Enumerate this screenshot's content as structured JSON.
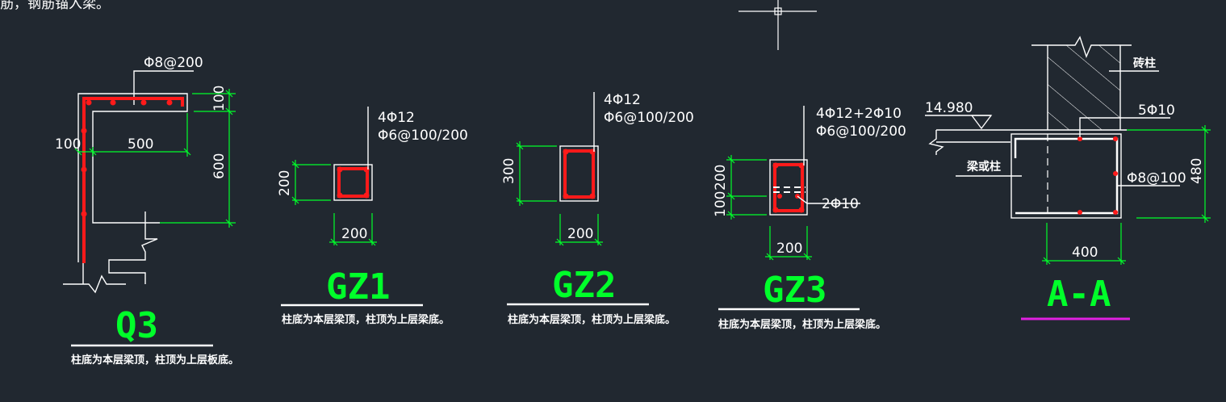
{
  "top_note": "筋，钢筋锚入梁。",
  "q3": {
    "title": "Q3",
    "note": "柱底为本层梁顶，柱顶为上层板底。",
    "rebar": "Φ8@200",
    "dim_500": "500",
    "dim_100_left": "100",
    "dim_100_right": "100",
    "dim_600": "600"
  },
  "gz1": {
    "title": "GZ1",
    "note": "柱底为本层梁顶，柱顶为上层梁底。",
    "rebar_main": "4Φ12",
    "rebar_stirrup": "Φ6@100/200",
    "dim_w": "200",
    "dim_h": "200"
  },
  "gz2": {
    "title": "GZ2",
    "note": "柱底为本层梁顶，柱顶为上层梁底。",
    "rebar_main": "4Φ12",
    "rebar_stirrup": "Φ6@100/200",
    "dim_w": "200",
    "dim_h": "300"
  },
  "gz3": {
    "title": "GZ3",
    "note": "柱底为本层梁顶，柱顶为上层梁底。",
    "rebar_main": "4Φ12+2Φ10",
    "rebar_stirrup": "Φ6@100/200",
    "rebar_extra": "2Φ10",
    "dim_w": "200",
    "dim_h1": "200",
    "dim_h2": "100"
  },
  "aa": {
    "title": "A-A",
    "elevation": "14.980",
    "brick_col": "砖柱",
    "beam_col": "梁或柱",
    "rebar_main": "5Φ10",
    "rebar_stirrup": "Φ8@100",
    "dim_w": "400",
    "dim_h": "480"
  },
  "colors": {
    "background": "#212830",
    "rebar": "#ff1a1a",
    "dimension": "#00ff2a",
    "title": "#00ff2a",
    "underline_aa": "#e020e0"
  }
}
